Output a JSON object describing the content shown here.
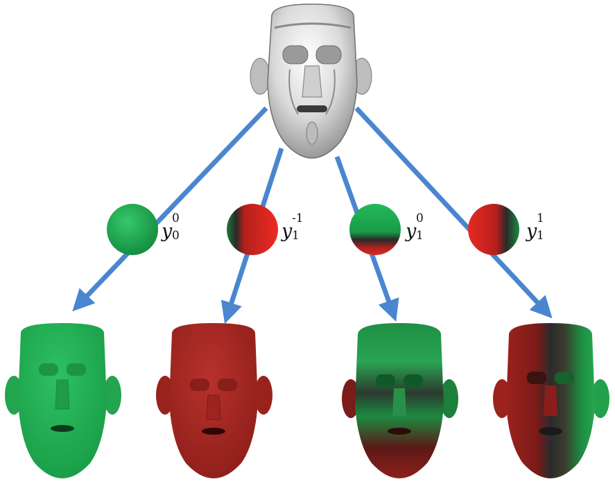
{
  "figure": {
    "top_head": {
      "color": "#d4d4d4"
    },
    "harmonics": [
      {
        "label": "y",
        "sub": "0",
        "sup": "0",
        "sphere_color": "#19a64a",
        "head_color": "#1ca948"
      },
      {
        "label": "y",
        "sub": "1",
        "sup": "-1",
        "sphere_color": "#d1201c",
        "head_color": "#a8201c"
      },
      {
        "label": "y",
        "sub": "1",
        "sup": "0",
        "sphere_color": "#19a64a",
        "head_color": "#1b7a3a"
      },
      {
        "label": "y",
        "sub": "1",
        "sup": "1",
        "sphere_color": "#d1201c",
        "head_color": "#9a1d1d"
      }
    ],
    "arrow_color": "#4a86d0"
  }
}
